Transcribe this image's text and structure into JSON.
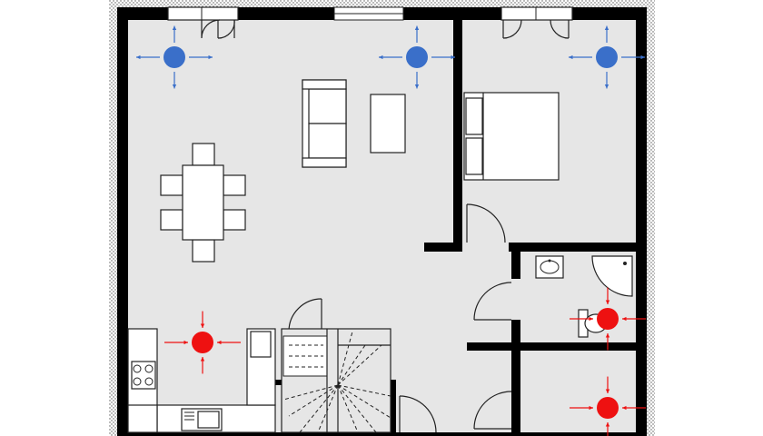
{
  "diagram": {
    "kind": "floor plan",
    "colors": {
      "wall": "#000000",
      "floor": "#e6e6e6",
      "furniture": "#ffffff",
      "exterior_hatch": "#555555",
      "supply_diffuser": "#3a6fc9",
      "exhaust_diffuser": "#ee1111"
    },
    "supply_diffusers": [
      {
        "name": "supply-diffuser-living-left",
        "arrows": "outward",
        "color": "#3a6fc9"
      },
      {
        "name": "supply-diffuser-living-right",
        "arrows": "outward",
        "color": "#3a6fc9"
      },
      {
        "name": "supply-diffuser-bedroom",
        "arrows": "outward",
        "color": "#3a6fc9"
      }
    ],
    "exhaust_diffusers": [
      {
        "name": "exhaust-diffuser-kitchen",
        "arrows": "inward",
        "color": "#ee1111"
      },
      {
        "name": "exhaust-diffuser-bathroom",
        "arrows": "inward",
        "color": "#ee1111"
      },
      {
        "name": "exhaust-diffuser-wc",
        "arrows": "inward",
        "color": "#ee1111"
      }
    ],
    "icons": [
      "sofa-icon",
      "coffee-table-icon",
      "dining-table-icon",
      "double-bed-icon",
      "sink-icon",
      "shower-icon",
      "toilet-icon",
      "stove-icon",
      "kitchen-sink-icon",
      "staircase-icon",
      "door-icon",
      "window-icon"
    ]
  }
}
